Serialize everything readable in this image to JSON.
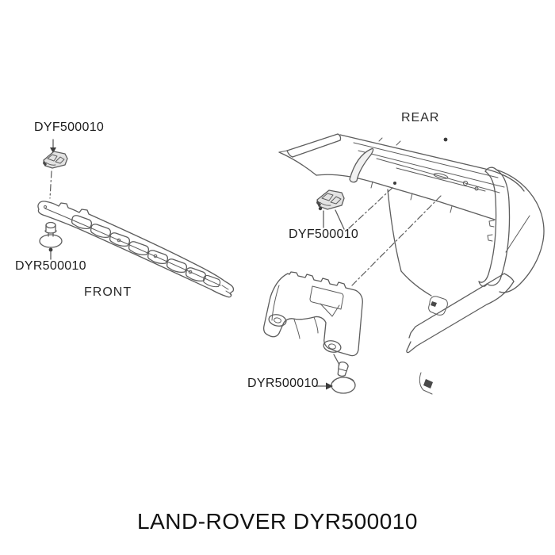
{
  "front_diagram": {
    "caption": "FRONT",
    "clip_part_number": "DYF500010",
    "pin_part_number": "DYR500010",
    "icons": {
      "clip": "trim-clip-icon",
      "pin": "push-pin-rivet-icon"
    }
  },
  "rear_diagram": {
    "caption": "REAR",
    "clip_part_number": "DYF500010",
    "pin_part_number": "DYR500010",
    "icons": {
      "clip": "trim-clip-icon",
      "pin": "push-pin-rivet-icon"
    }
  },
  "footer": {
    "title": "LAND-ROVER DYR500010"
  },
  "colors": {
    "background": "#ffffff",
    "line_art": "#5d5d5d",
    "label_text": "#1d1d1d",
    "footer_text": "#111111"
  }
}
